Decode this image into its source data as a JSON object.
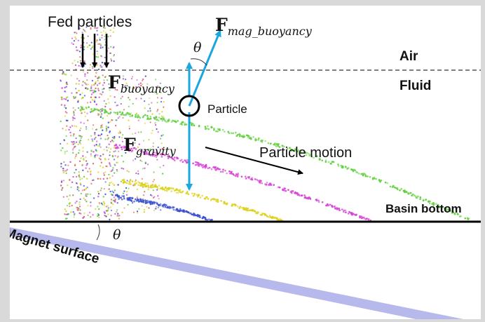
{
  "labels": {
    "fed_particles": "Fed particles",
    "air": "Air",
    "fluid": "Fluid",
    "particle": "Particle",
    "particle_motion": "Particle motion",
    "basin_bottom": "Basin bottom",
    "magnet_surface": "Magnet surface",
    "theta_top": "θ",
    "theta_bottom": "θ"
  },
  "forces": {
    "mag_buoyancy": {
      "symbol": "F",
      "subscript": "mag_buoyancy"
    },
    "buoyancy": {
      "symbol": "F",
      "subscript": "buoyancy"
    },
    "gravity": {
      "symbol": "F",
      "subscript": "gravity"
    }
  },
  "colors": {
    "force_arrow": "#1aa7e0",
    "magnet_band": "#b7b9ec",
    "air_fluid_line": "#555555",
    "basin_line": "#000000",
    "trail_green": "#5ecf3a",
    "trail_magenta": "#d645d6",
    "trail_yellow": "#dcd21e",
    "trail_blue": "#3a4fd0",
    "trail_red": "#d26a5a"
  }
}
